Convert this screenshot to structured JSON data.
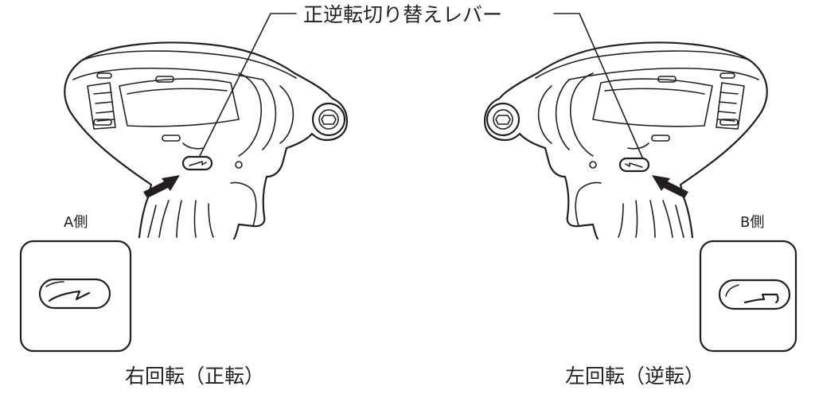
{
  "title": "正逆転切り替えレバー",
  "side_a": {
    "label": "A側",
    "caption": "右回転（正転）"
  },
  "side_b": {
    "label": "B側",
    "caption": "左回転（逆転）"
  }
}
